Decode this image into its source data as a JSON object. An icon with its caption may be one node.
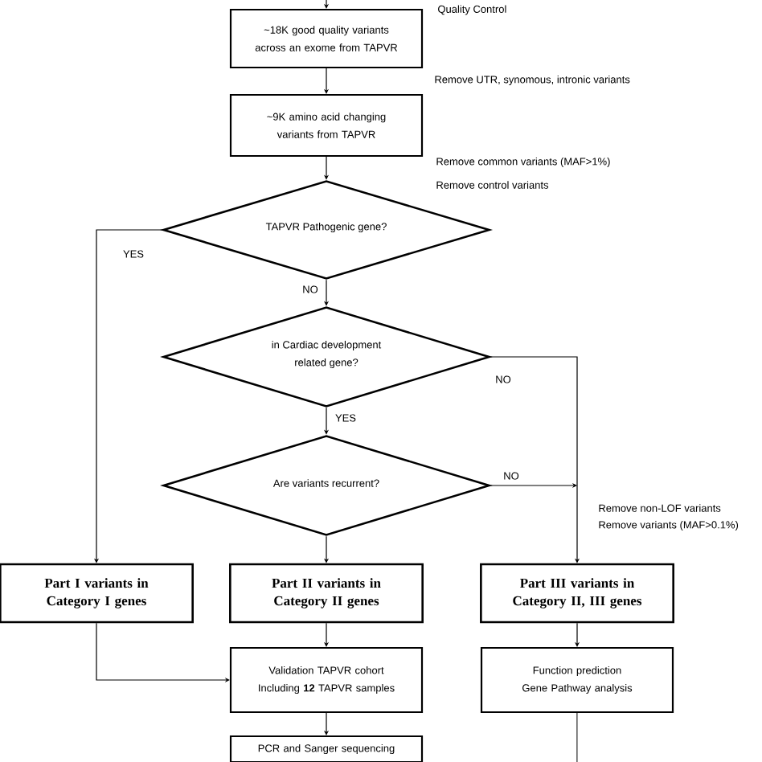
{
  "diagram": {
    "nodes": [
      {
        "text": [
          "~18K good quality variants across an exome from TAPVR"
        ]
      },
      {
        "text": [
          "~9K amino acid changing variants from TAPVR"
        ]
      },
      {
        "text": [
          "TAPVR Pathogenic gene?"
        ]
      },
      {
        "text": [
          "in Cardiac development related gene?"
        ]
      },
      {
        "text": [
          "Are variants recurrent?"
        ]
      },
      {
        "text": [
          "Part I variants in Category I genes"
        ]
      },
      {
        "text": [
          "Part II variants in Category II genes"
        ]
      },
      {
        "text": [
          "Part III variants in Category II, III genes"
        ]
      },
      {
        "text": [
          "Validation TAPVR cohort Including **12** TAPVR samples"
        ]
      },
      {
        "text": [
          "Function prediction Gene Pathway analysis"
        ]
      },
      {
        "text": [
          "PCR and Sanger sequencing"
        ]
      }
    ],
    "edges": [
      {
        "from": null,
        "to": 0,
        "arrow": "to"
      },
      {
        "from": 0,
        "to": 1,
        "arrow": "to"
      },
      {
        "from": 1,
        "to": 2,
        "arrow": "to"
      },
      {
        "from": 2,
        "to": 5,
        "arrow": "to",
        "label": "YES"
      },
      {
        "from": 2,
        "to": 3,
        "arrow": "to",
        "label": "NO"
      },
      {
        "from": 3,
        "to": 7,
        "arrow": "to",
        "label": "NO"
      },
      {
        "from": 3,
        "to": 4,
        "arrow": "to",
        "label": "YES"
      },
      {
        "from": 4,
        "to": 7,
        "arrow": "to",
        "label": "NO"
      },
      {
        "from": 4,
        "to": 6,
        "arrow": "to"
      },
      {
        "from": 5,
        "to": 8,
        "arrow": "to"
      },
      {
        "from": 6,
        "to": 8,
        "arrow": "to"
      },
      {
        "from": 8,
        "to": 10,
        "arrow": "to"
      },
      {
        "from": 7,
        "to": 9,
        "arrow": "to"
      },
      {
        "from": 9,
        "to": null,
        "arrow": "none"
      }
    ],
    "labels": [
      "Quality Control",
      "Remove UTR, synomous, intronic variants",
      "Remove common variants (MAF>1%)",
      "Remove control variants",
      "Remove non-LOF variants",
      "Remove variants (MAF>0.1%)"
    ]
  }
}
